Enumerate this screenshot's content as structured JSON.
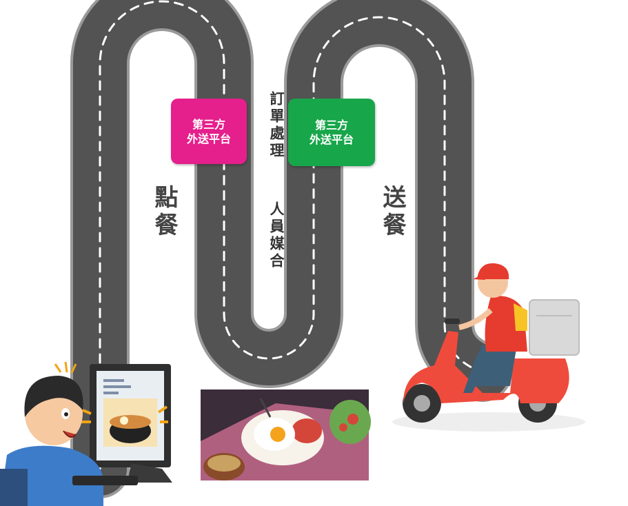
{
  "left_platform": {
    "line1": "第三方",
    "line2": "外送平台",
    "color": "#e51f8c"
  },
  "right_platform": {
    "line1": "第三方",
    "line2": "外送平台",
    "color": "#18a64b"
  },
  "labels": {
    "order": "點餐",
    "order_processing": "訂單處理",
    "staff_matching": "人員媒合",
    "delivery": "送餐"
  },
  "colors": {
    "road": "#535353",
    "road_edge": "#9a9a9a",
    "scooter": "#ef4b3c"
  },
  "illustrations": [
    "person-ordering-on-computer",
    "food-plate",
    "delivery-rider-on-scooter"
  ]
}
